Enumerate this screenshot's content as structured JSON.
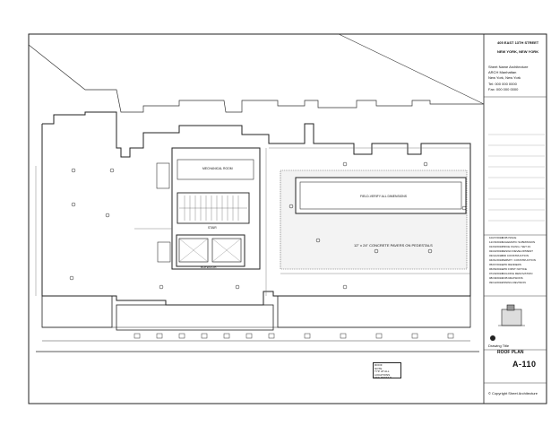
{
  "title_block": {
    "project_address": "405 EAST 13TH STREET",
    "project_city": "NEW YORK, NEW YORK",
    "architect_lines": [
      "Sheet Name Architecture",
      "ARCH Manhattan",
      "New York, New York",
      "Tel: 000 000 0000",
      "Fax: 000 000 0000"
    ],
    "revisions": [
      [
        "10/27/2010",
        "DOB ISSUE"
      ],
      [
        "12/15/2010",
        "SCHEMATIC SUBMISSION"
      ],
      [
        "01/03/2011",
        "PRICE FILING / SET #1"
      ],
      [
        "02/22/2011",
        "DESIGN DEVELOPMENT"
      ],
      [
        "03/11/2011",
        "BID CONSTRUCTION"
      ],
      [
        "04/01/2011",
        "PERMIT / CONSTRUCTION"
      ],
      [
        "05/07/2011",
        "HPD RENDERS"
      ],
      [
        "06/06/2011",
        "HPD FIRST NOTICE"
      ],
      [
        "07/20/2011",
        "BUILDING RENOVATION"
      ],
      [
        "08/18/2011",
        "DOB REVISIONS"
      ],
      [
        "09/14/2011",
        "ZONING REVISION"
      ]
    ],
    "drawing_title_label": "Drawing Title",
    "drawing_title": "ROOF PLAN",
    "sheet_number": "A-110",
    "copyright": "© Copyright Sheet Architecture"
  },
  "plan": {
    "labels": {
      "pool_label": "FIELD-VERIFY ALL DIMENSIONS",
      "pavers_label": "12\" x 24\" CONCRETE PAVERS ON PEDESTALS",
      "mech_label": "MECHANICAL ROOM",
      "stair_label": "STAIR",
      "elevator_label": "ELEVATOR"
    },
    "note_box_lines": [
      "ROOF",
      "NOTE",
      "TYP. AT ALL",
      "LOCATIONS",
      "SEE DETAILS"
    ]
  }
}
